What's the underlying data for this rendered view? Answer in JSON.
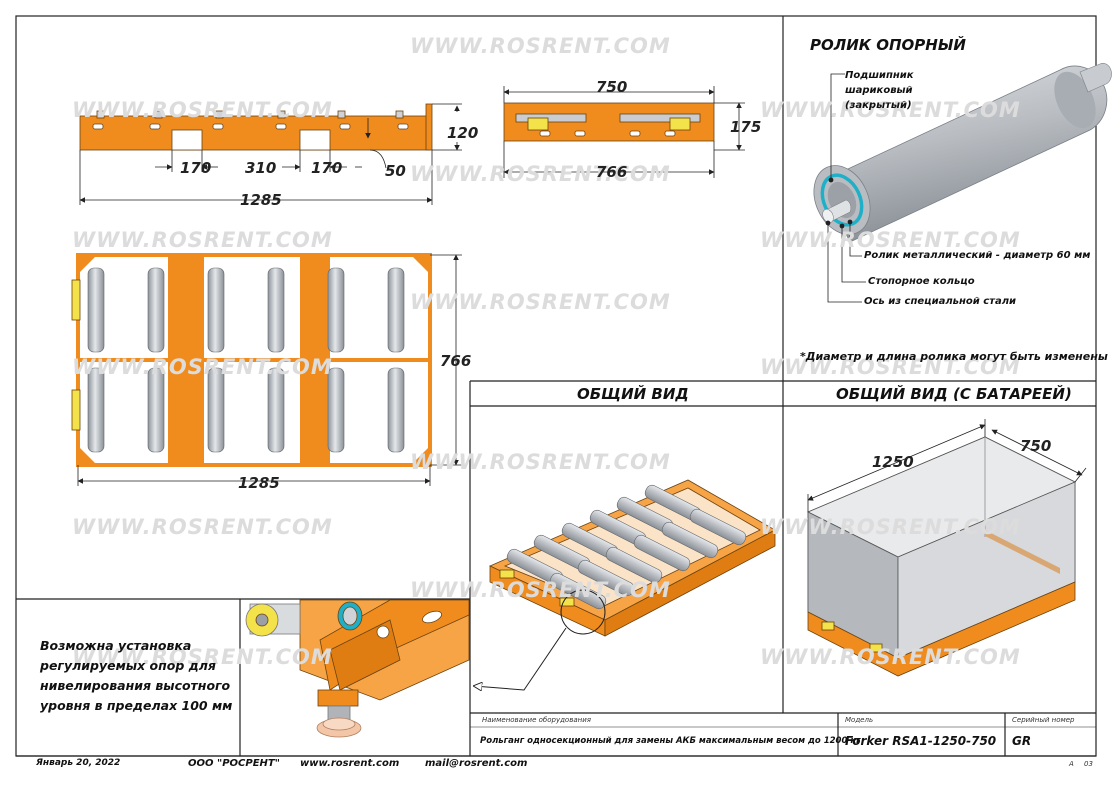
{
  "watermark": "WWW.ROSRENT.COM",
  "dimensions": {
    "top_width": "750",
    "top_height": "120",
    "side_height": "175",
    "side_width": "766",
    "seg1": "170",
    "seg2": "310",
    "seg3": "170",
    "gap": "50",
    "length_top": "1285",
    "plan_width": "766",
    "length_plan": "1285",
    "battery_length": "1250",
    "battery_width": "750"
  },
  "roller": {
    "title": "РОЛИК ОПОРНЫЙ",
    "bearing_label": "Подшипник\nшариковый\n(закрытый)",
    "roller_label": "Ролик металлический - диаметр 60 мм",
    "ring_label": "Стопорное кольцо",
    "axle_label": "Ось из специальной стали",
    "note": "*Диаметр и длина ролика могут быть изменены"
  },
  "views": {
    "general": "ОБЩИЙ ВИД",
    "general_battery": "ОБЩИЙ ВИД (С БАТАРЕЕЙ)"
  },
  "feet_note": "Возможна установка регулируемых опор для нивелирования высотного уровня в пределах 100 мм",
  "title_block": {
    "name_header": "Наименование оборудования",
    "name_value": "Рольганг односекционный для замены АКБ максимальным весом до 1200 кг",
    "model_header": "Модель",
    "model_value": "Forker RSA1-1250-750",
    "serial_header": "Серийный номер",
    "serial_value": "GR",
    "sheet_a": "А",
    "sheet_num": "03"
  },
  "footer": {
    "date": "Январь 20, 2022",
    "company": "ООО \"РОСРЕНТ\"",
    "site": "www.rosrent.com",
    "mail": "mail@rosrent.com"
  },
  "colors": {
    "orange": "#f08c1e",
    "roller": "#b8bcc2",
    "border": "#222222"
  }
}
